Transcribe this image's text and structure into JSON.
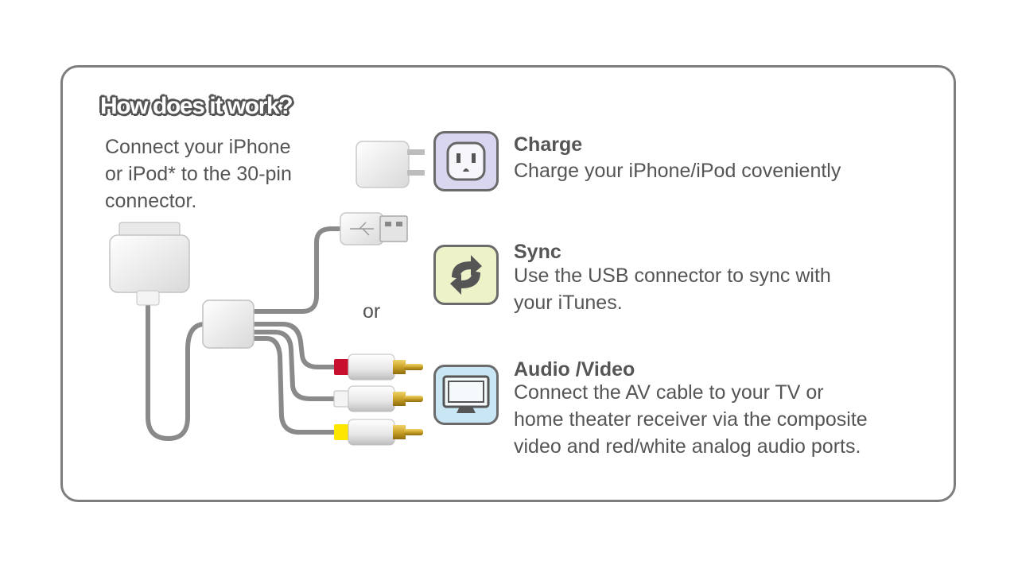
{
  "headline": "How does it work?",
  "intro": {
    "lines": [
      "Connect your iPhone",
      "or iPod* to the 30-pin",
      "connector."
    ]
  },
  "or_label": "or",
  "features": [
    {
      "title": "Charge",
      "lines": [
        "Charge your iPhone/iPod coveniently"
      ],
      "icon": "power-outlet-icon",
      "icon_color": "#d9d7ef"
    },
    {
      "title": "Sync",
      "lines": [
        "Use the USB connector to sync with",
        "your iTunes."
      ],
      "icon": "sync-arrows-icon",
      "icon_color": "#eef2c8"
    },
    {
      "title": "Audio /Video",
      "lines": [
        "Connect the AV cable to your TV or",
        "home theater receiver via the composite",
        "video and red/white analog audio ports."
      ],
      "icon": "tv-icon",
      "icon_color": "#c9e6f4"
    }
  ],
  "colors": {
    "frame": "#7d7d7d",
    "text": "#555555",
    "cable": "#8a8a8a",
    "rca_red": "#c8102e",
    "rca_white": "#f4f4f4",
    "rca_yellow": "#ffe600",
    "gold": "#c9a227"
  }
}
